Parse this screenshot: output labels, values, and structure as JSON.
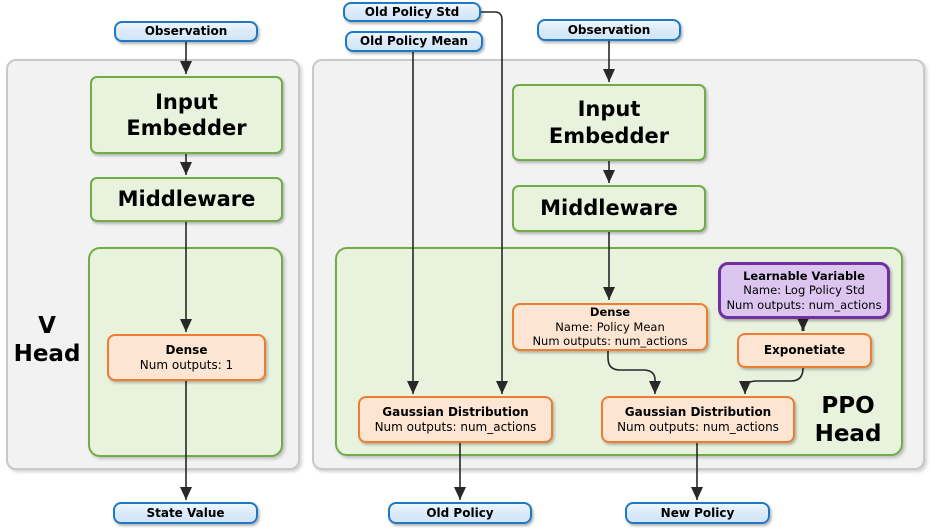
{
  "colors": {
    "blue_border": "#1e78c8",
    "blue_fill": "#dcebf9",
    "green_border": "#6fad47",
    "green_fill": "#e8f2dc",
    "orange_border": "#ed7d31",
    "orange_fill": "#fce5d3",
    "purple_border": "#7030a0",
    "purple_fill": "#dcc6f0",
    "panel_fill": "#f2f2f2",
    "panel_border": "#c9c9c9",
    "arrow": "#282828"
  },
  "v_network": {
    "observation": "Observation",
    "input_embedder": "Input Embedder",
    "middleware": "Middleware",
    "head_line1": "V",
    "head_line2": "Head",
    "dense": {
      "title": "Dense",
      "outputs": "Num outputs: 1"
    },
    "output": "State Value"
  },
  "ppo_network": {
    "old_policy_std": "Old Policy Std",
    "old_policy_mean": "Old Policy Mean",
    "observation": "Observation",
    "input_embedder": "Input Embedder",
    "middleware": "Middleware",
    "dense": {
      "title": "Dense",
      "name": "Name: Policy Mean",
      "outputs": "Num outputs: num_actions"
    },
    "learnable": {
      "title": "Learnable Variable",
      "name": "Name: Log Policy Std",
      "outputs": "Num outputs: num_actions"
    },
    "exponetiate": "Exponetiate",
    "gaussian_old": {
      "title": "Gaussian Distribution",
      "outputs": "Num outputs: num_actions"
    },
    "gaussian_new": {
      "title": "Gaussian Distribution",
      "outputs": "Num outputs: num_actions"
    },
    "head_line1": "PPO",
    "head_line2": "Head",
    "old_policy": "Old Policy",
    "new_policy": "New Policy"
  }
}
